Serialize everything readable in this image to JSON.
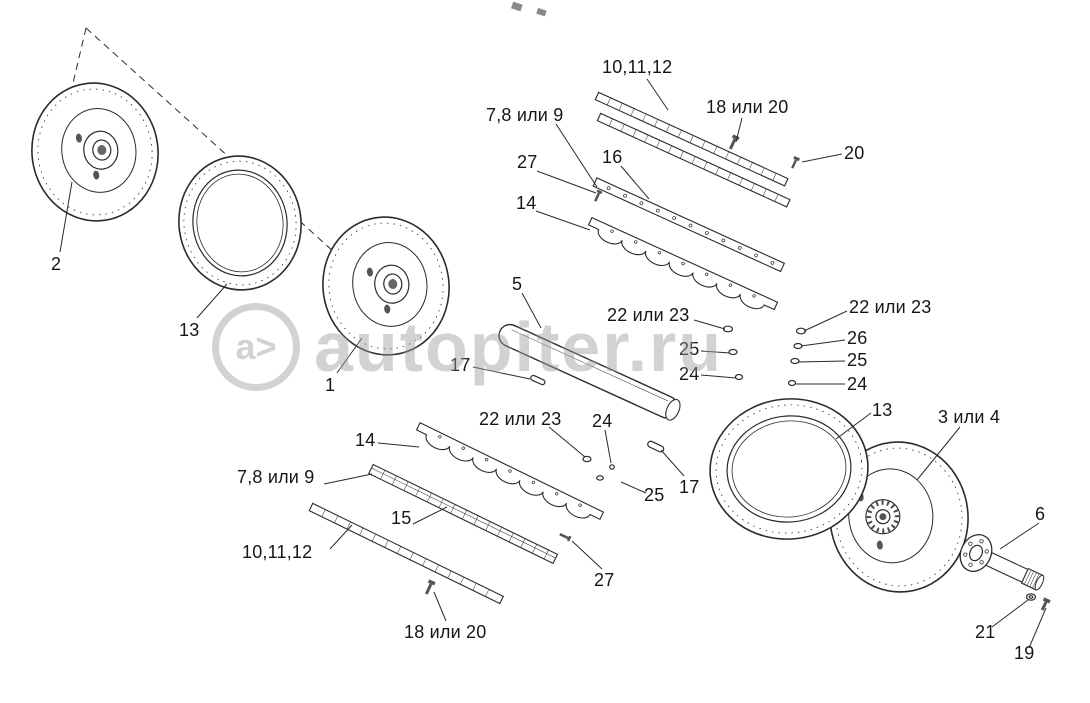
{
  "watermark": {
    "logo_text": "a>",
    "site_text": "autopiter.ru"
  },
  "labels": {
    "part_1": "1",
    "part_2": "2",
    "part_3_or_4": "3 или 4",
    "part_5": "5",
    "part_6": "6",
    "part_7_8_or_9_top": "7,8 или 9",
    "part_7_8_or_9_bottom": "7,8 или 9",
    "part_10_11_12_top": "10,11,12",
    "part_10_11_12_bottom": "10,11,12",
    "part_13_left": "13",
    "part_13_right": "13",
    "part_14_top": "14",
    "part_14_bottom": "14",
    "part_15": "15",
    "part_16": "16",
    "part_17_left": "17",
    "part_17_right": "17",
    "part_18_or_20_top": "18 или 20",
    "part_18_or_20_bottom": "18 или 20",
    "part_19": "19",
    "part_20": "20",
    "part_21": "21",
    "part_22_or_23_mid": "22 или 23",
    "part_22_or_23_right": "22 или 23",
    "part_22_or_23_bottom": "22 или 23",
    "part_24_mid": "24",
    "part_24_right": "24",
    "part_24_bottom": "24",
    "part_25_mid": "25",
    "part_25_right": "25",
    "part_25_bottom": "25",
    "part_26": "26",
    "part_27_top": "27",
    "part_27_bottom": "27"
  }
}
